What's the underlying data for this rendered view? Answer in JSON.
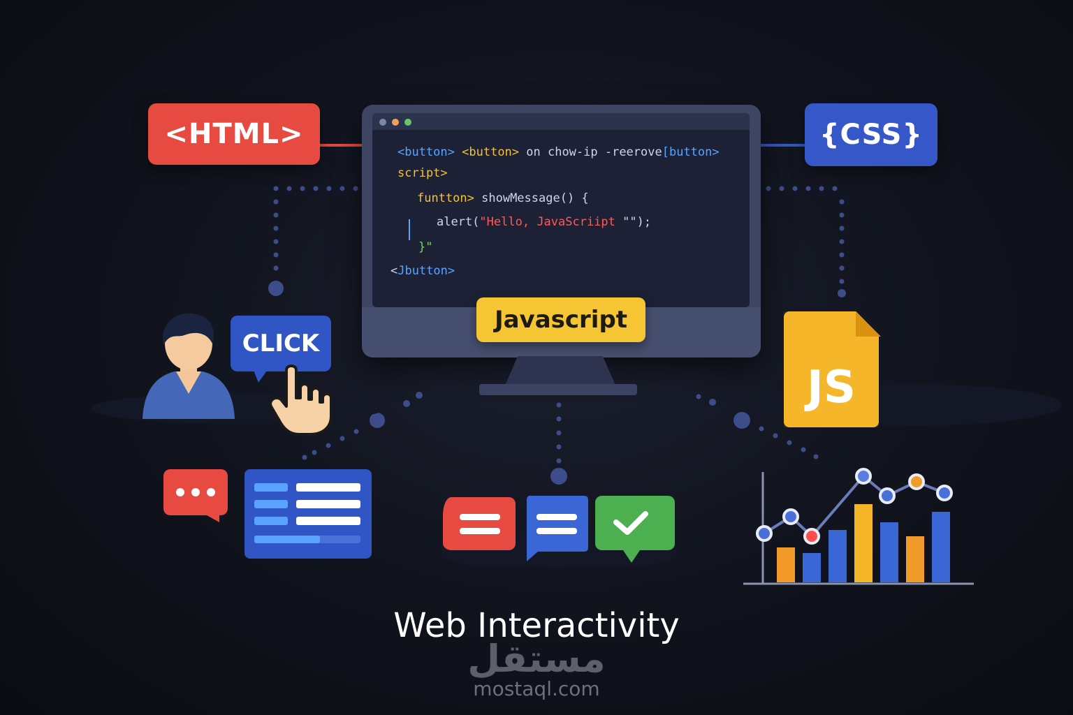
{
  "tags": {
    "html": "<HTML>",
    "css": "{CSS}"
  },
  "monitor": {
    "label": "Javascript",
    "window_dots": [
      "#7b86a8",
      "#f0a25a",
      "#6cc46a"
    ],
    "code_lines": [
      {
        "parts": [
          {
            "text": "<button>",
            "color": "blue"
          },
          {
            "text": " ",
            "color": "plain"
          },
          {
            "text": "<button>",
            "color": "yellow"
          },
          {
            "text": " on chow-ip -reerove",
            "color": "plain"
          },
          {
            "text": "[button>",
            "color": "blue"
          }
        ]
      },
      {
        "parts": [
          {
            "text": "script>",
            "color": "yellow"
          }
        ]
      },
      {
        "parts": [
          {
            "text": "funtton>",
            "color": "yellow"
          },
          {
            "text": " showMessage() {",
            "color": "plain"
          }
        ]
      },
      {
        "parts": [
          {
            "text": "alert(",
            "color": "plain"
          },
          {
            "text": "\"Hello, ",
            "color": "red"
          },
          {
            "text": "JavaScriipt",
            "color": "red"
          },
          {
            "text": " \"\");",
            "color": "plain"
          }
        ]
      },
      {
        "parts": [
          {
            "text": "}\"",
            "color": "green"
          }
        ]
      },
      {
        "parts": [
          {
            "text": "<",
            "color": "plain"
          },
          {
            "text": "Jbutton>",
            "color": "blue"
          }
        ]
      }
    ]
  },
  "click": {
    "label": "CLICK"
  },
  "js_file": {
    "label": "JS"
  },
  "bar_chart": {
    "bars": [
      {
        "value": 50,
        "color": "#f29a2a"
      },
      {
        "value": 42,
        "color": "#3b66d6"
      },
      {
        "value": 75,
        "color": "#3b66d6"
      },
      {
        "value": 112,
        "color": "#f5b62a"
      },
      {
        "value": 86,
        "color": "#3b66d6"
      },
      {
        "value": 66,
        "color": "#f29a2a"
      },
      {
        "value": 101,
        "color": "#3b66d6"
      }
    ],
    "line_points": [
      70,
      94,
      66,
      152,
      124,
      144,
      128
    ],
    "marker_colors": [
      "#4a6fd8",
      "#4a6fd8",
      "#ff4d4d",
      "#5a7ee0",
      "#4a6fd8",
      "#f29a2a",
      "#4a6fd8"
    ]
  },
  "colors": {
    "red": "#e64a41",
    "blue": "#3557c7",
    "yellow": "#f6c533",
    "green": "#4caf50"
  },
  "title": "Web Interactivity",
  "brand": {
    "arabic": "مستقل",
    "url": "mostaql.com"
  },
  "icons": [
    "user-icon",
    "pointer-hand-icon",
    "chat-dots-icon",
    "list-card-icon",
    "message-bubbles-icon",
    "checkmark-icon",
    "js-file-icon"
  ]
}
